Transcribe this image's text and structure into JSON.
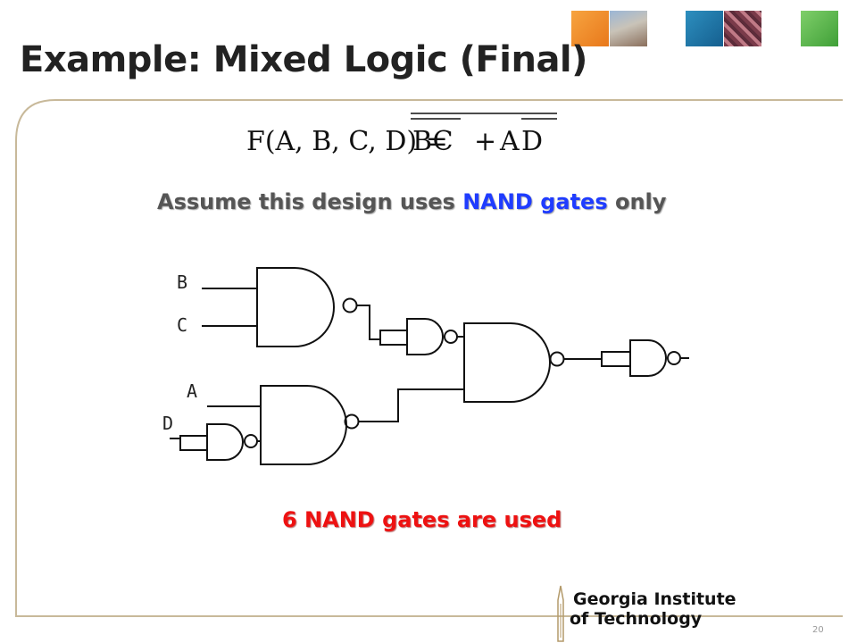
{
  "title": "Example: Mixed Logic (Final)",
  "equation": {
    "lhs": "F(A, B, C, D) =",
    "term1": "BC",
    "plus": "+",
    "term2_a": "A",
    "term2_d": "D"
  },
  "subtitle": {
    "part1": "Assume this design uses",
    "part2": "NAND gates",
    "part3": "only"
  },
  "circuit": {
    "labels": {
      "b": "B",
      "c": "C",
      "a": "A",
      "d": "D"
    },
    "gate_type": "NAND",
    "gate_count": 6
  },
  "conclusion": "6 NAND gates are used",
  "footer": {
    "slide_number": "20",
    "logo_line1": "Georgia Institute",
    "logo_line2": "of Technology"
  },
  "colors": {
    "highlight": "#1f3cff",
    "conclusion": "#ee1111",
    "frame": "#c8b99a"
  }
}
